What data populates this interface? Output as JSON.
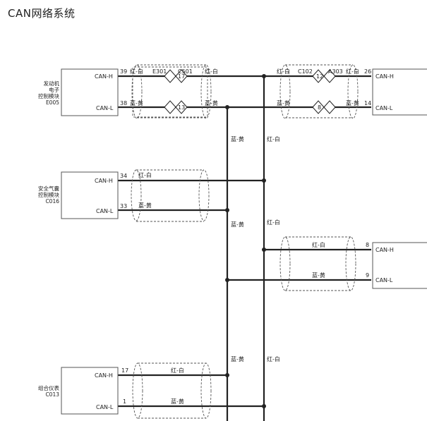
{
  "title": "CAN网络系统",
  "modules": {
    "engine": {
      "line1": "发动机",
      "line2": "电子",
      "line3": "控制模块",
      "code": "E005",
      "canh": "CAN-H",
      "canl": "CAN-L",
      "pin_h": "39",
      "pin_l": "38"
    },
    "right_top": {
      "canh": "CAN-H",
      "canl": "CAN-L",
      "pin_h": "26",
      "pin_l": "14"
    },
    "airbag": {
      "line1": "安全气囊",
      "line2": "控制模块",
      "code": "C016",
      "canh": "CAN-H",
      "canl": "CAN-L",
      "pin_h": "34",
      "pin_l": "33"
    },
    "right_mid": {
      "canh": "CAN-H",
      "canl": "CAN-L",
      "pin_h": "8",
      "pin_l": "9"
    },
    "cluster": {
      "line1": "组合仪表",
      "code": "C013",
      "canh": "CAN-H",
      "canl": "CAN-L",
      "pin_h": "17",
      "pin_l": "1"
    }
  },
  "connectors": {
    "e301": "E301",
    "c501": "C501",
    "c102": "C102",
    "a303": "A303",
    "e301_pin_h": "17",
    "e301_pin_l": "13",
    "c102_pin_h": "12",
    "c102_pin_l": "8"
  },
  "wire_colors": {
    "red_white": "红-白",
    "blue_yellow": "蓝-黄"
  }
}
